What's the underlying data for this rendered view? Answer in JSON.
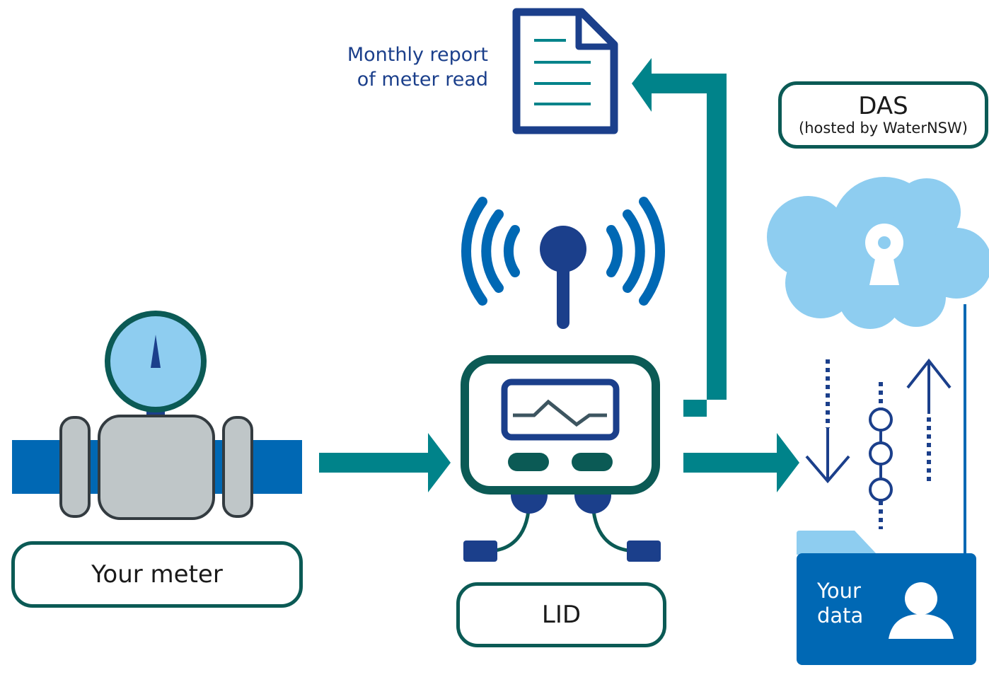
{
  "labels": {
    "meter": "Your meter",
    "lid": "LID",
    "das_title": "DAS",
    "das_subtitle": "(hosted by WaterNSW)",
    "report_line1": "Monthly report",
    "report_line2": "of meter read",
    "data_line1": "Your",
    "data_line2": "data"
  },
  "colors": {
    "teal_arrow": "#00838a",
    "dark_green": "#0b5a55",
    "navy": "#1b3f8b",
    "blue": "#0068b4",
    "light_blue": "#8ecdf0",
    "grey": "#bfc6c8"
  },
  "icons": {
    "meter": "flow-meter-icon",
    "lid": "data-logger-icon",
    "antenna": "wireless-antenna-icon",
    "report": "document-icon",
    "cloud": "secure-cloud-icon",
    "folder": "user-folder-icon"
  }
}
